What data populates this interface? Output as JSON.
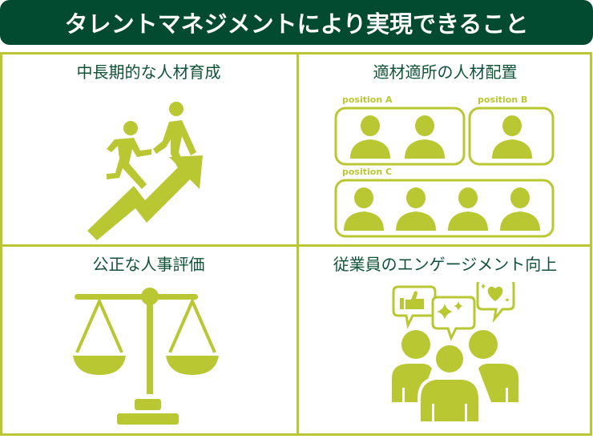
{
  "header": {
    "title": "タレントマネジメントにより実現できること",
    "background_color": "#024a30",
    "text_color": "#ffffff"
  },
  "accent_color": "#b9c832",
  "label_color": "#10533a",
  "cells": [
    {
      "label": "中長期的な人材育成",
      "icon": "climbing-people-arrow-icon"
    },
    {
      "label": "適材適所の人材配置",
      "icon": "position-groups-icon",
      "positions": [
        {
          "name": "position A",
          "people": 2
        },
        {
          "name": "position B",
          "people": 1
        },
        {
          "name": "position C",
          "people": 4
        }
      ]
    },
    {
      "label": "公正な人事評価",
      "icon": "balance-scale-icon"
    },
    {
      "label": "従業員のエンゲージメント向上",
      "icon": "engaged-team-icon"
    }
  ]
}
